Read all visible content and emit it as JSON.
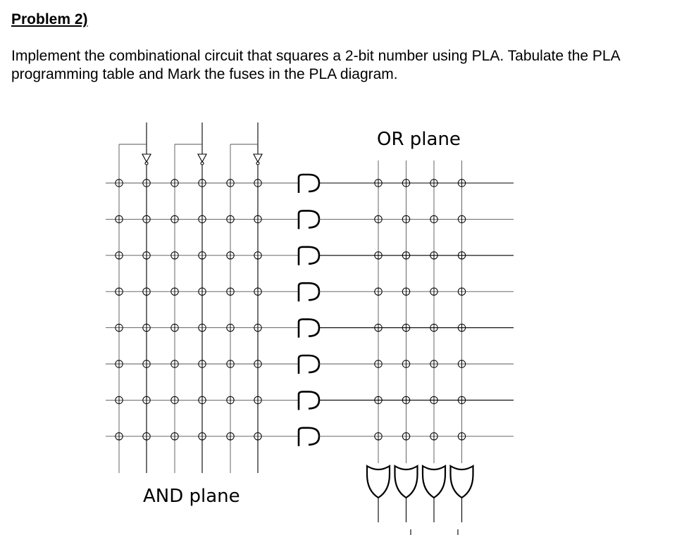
{
  "problem": {
    "heading": "Problem 2)",
    "prompt": "Implement the combinational circuit that squares a 2-bit number using PLA. Tabulate the PLA programming table and Mark the fuses in the PLA diagram."
  },
  "diagram": {
    "and_plane_label": "AND plane",
    "or_plane_label": "OR plane",
    "inputs": 3,
    "product_terms": 8,
    "outputs": 4
  }
}
